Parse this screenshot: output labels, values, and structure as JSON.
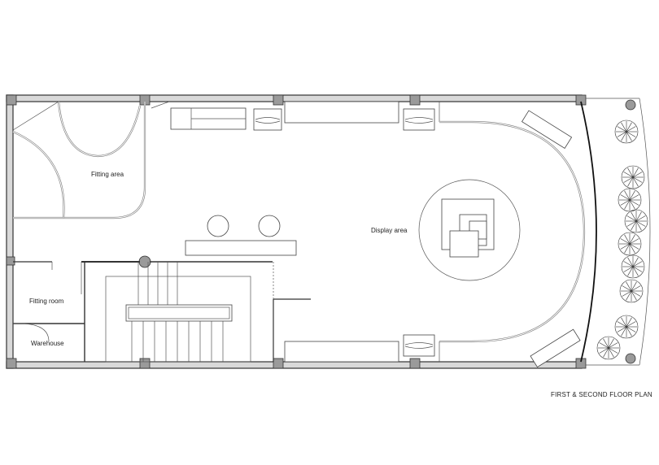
{
  "plan": {
    "title": "FIRST & SECOND FLOOR PLAN",
    "rooms": {
      "fitting_area": "Fitting area",
      "display_area": "Display area",
      "fitting_room": "Fitting room",
      "warehouse": "Warehouse"
    }
  }
}
